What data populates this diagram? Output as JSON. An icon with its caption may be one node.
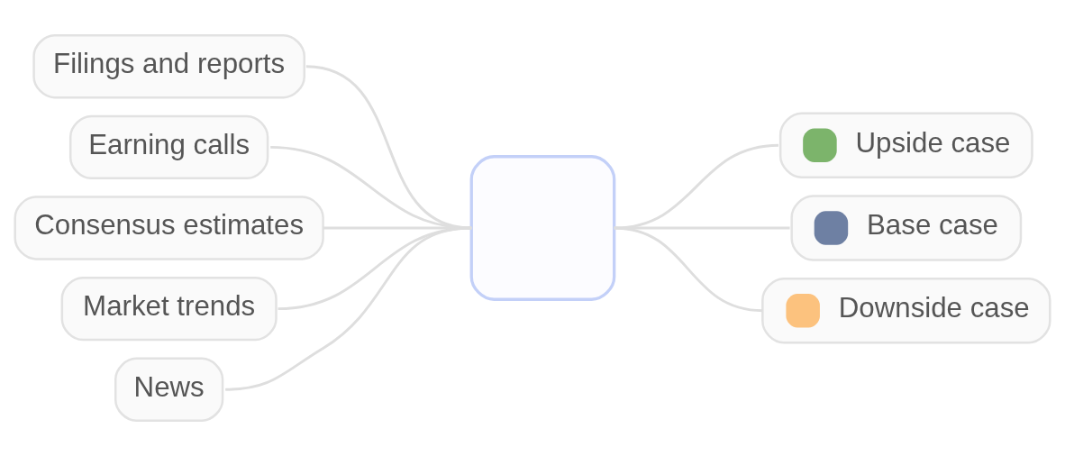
{
  "diagram": {
    "nodes": [
      {
        "text": [
          "Filings and reports"
        ]
      },
      {
        "text": [
          "Earning calls"
        ]
      },
      {
        "text": [
          "Consensus estimates"
        ]
      },
      {
        "text": [
          "Market trends"
        ]
      },
      {
        "text": [
          "News"
        ]
      },
      {
        "text": [],
        "shape": "box"
      },
      {
        "text": [
          "Upside case"
        ]
      },
      {
        "text": [
          "Base case"
        ]
      },
      {
        "text": [
          "Downside case"
        ]
      }
    ],
    "edges": [
      {
        "from": 0,
        "to": 5,
        "arrow": "none"
      },
      {
        "from": 1,
        "to": 5,
        "arrow": "none"
      },
      {
        "from": 2,
        "to": 5,
        "arrow": "none"
      },
      {
        "from": 3,
        "to": 5,
        "arrow": "none"
      },
      {
        "from": 4,
        "to": 5,
        "arrow": "none"
      },
      {
        "from": 5,
        "to": 6,
        "arrow": "none"
      },
      {
        "from": 5,
        "to": 7,
        "arrow": "none"
      },
      {
        "from": 5,
        "to": 8,
        "arrow": "none"
      }
    ]
  }
}
